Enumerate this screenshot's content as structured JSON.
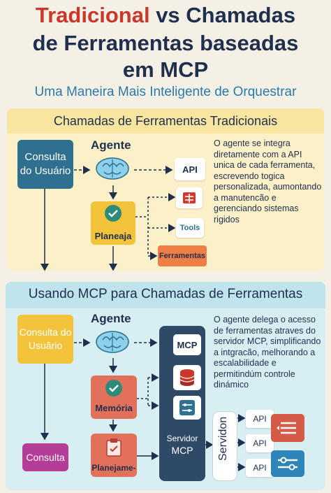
{
  "header": {
    "title_red": "Tradicional",
    "title_rest": " vs Chamadas",
    "title_line2": "de Ferramentas baseadas",
    "title_line3": "em MCP",
    "subtitle": "Uma Maneira Mais Inteligente de Orquestrar"
  },
  "traditional": {
    "heading": "Chamadas de Ferramentas Tradicionais",
    "query": "Consulta do Usuário",
    "agent": "Agente",
    "plan": "Planeaja",
    "api": "API",
    "tools": "Tools",
    "ferramentas": "Ferramentas",
    "description": "O agente se integra diretamente com a API unica de cada ferramenta, escrevendo togica personalizada, aumontando a manutencão e gerenciando sistemas rigidos"
  },
  "mcp": {
    "heading": "Usando MCP para Chamadas de Ferramentas",
    "query": "Consulta do Usuãrio",
    "agent": "Agente",
    "memory": "Memória",
    "plan": "Planejame-",
    "consulta": "Consulta",
    "mcp_card": "MCP",
    "server_label_1": "Servidor",
    "server_label_2": "MCP",
    "servidor_card": "Servidon",
    "api_1": "API",
    "api_2": "API",
    "api_3": "API",
    "description": "O agente delega o acesso de ferramentas atraves do servidor MCP, simplificando a intgracão, melhorando a escalabilidade e permitindúm controle dinámico"
  },
  "colors": {
    "title_red": "#c8382d",
    "navy": "#1f2f4d",
    "teal_blue": "#2f6f8f",
    "yellow": "#f2c33b",
    "orange": "#ef7e44",
    "magenta": "#b43d97"
  }
}
